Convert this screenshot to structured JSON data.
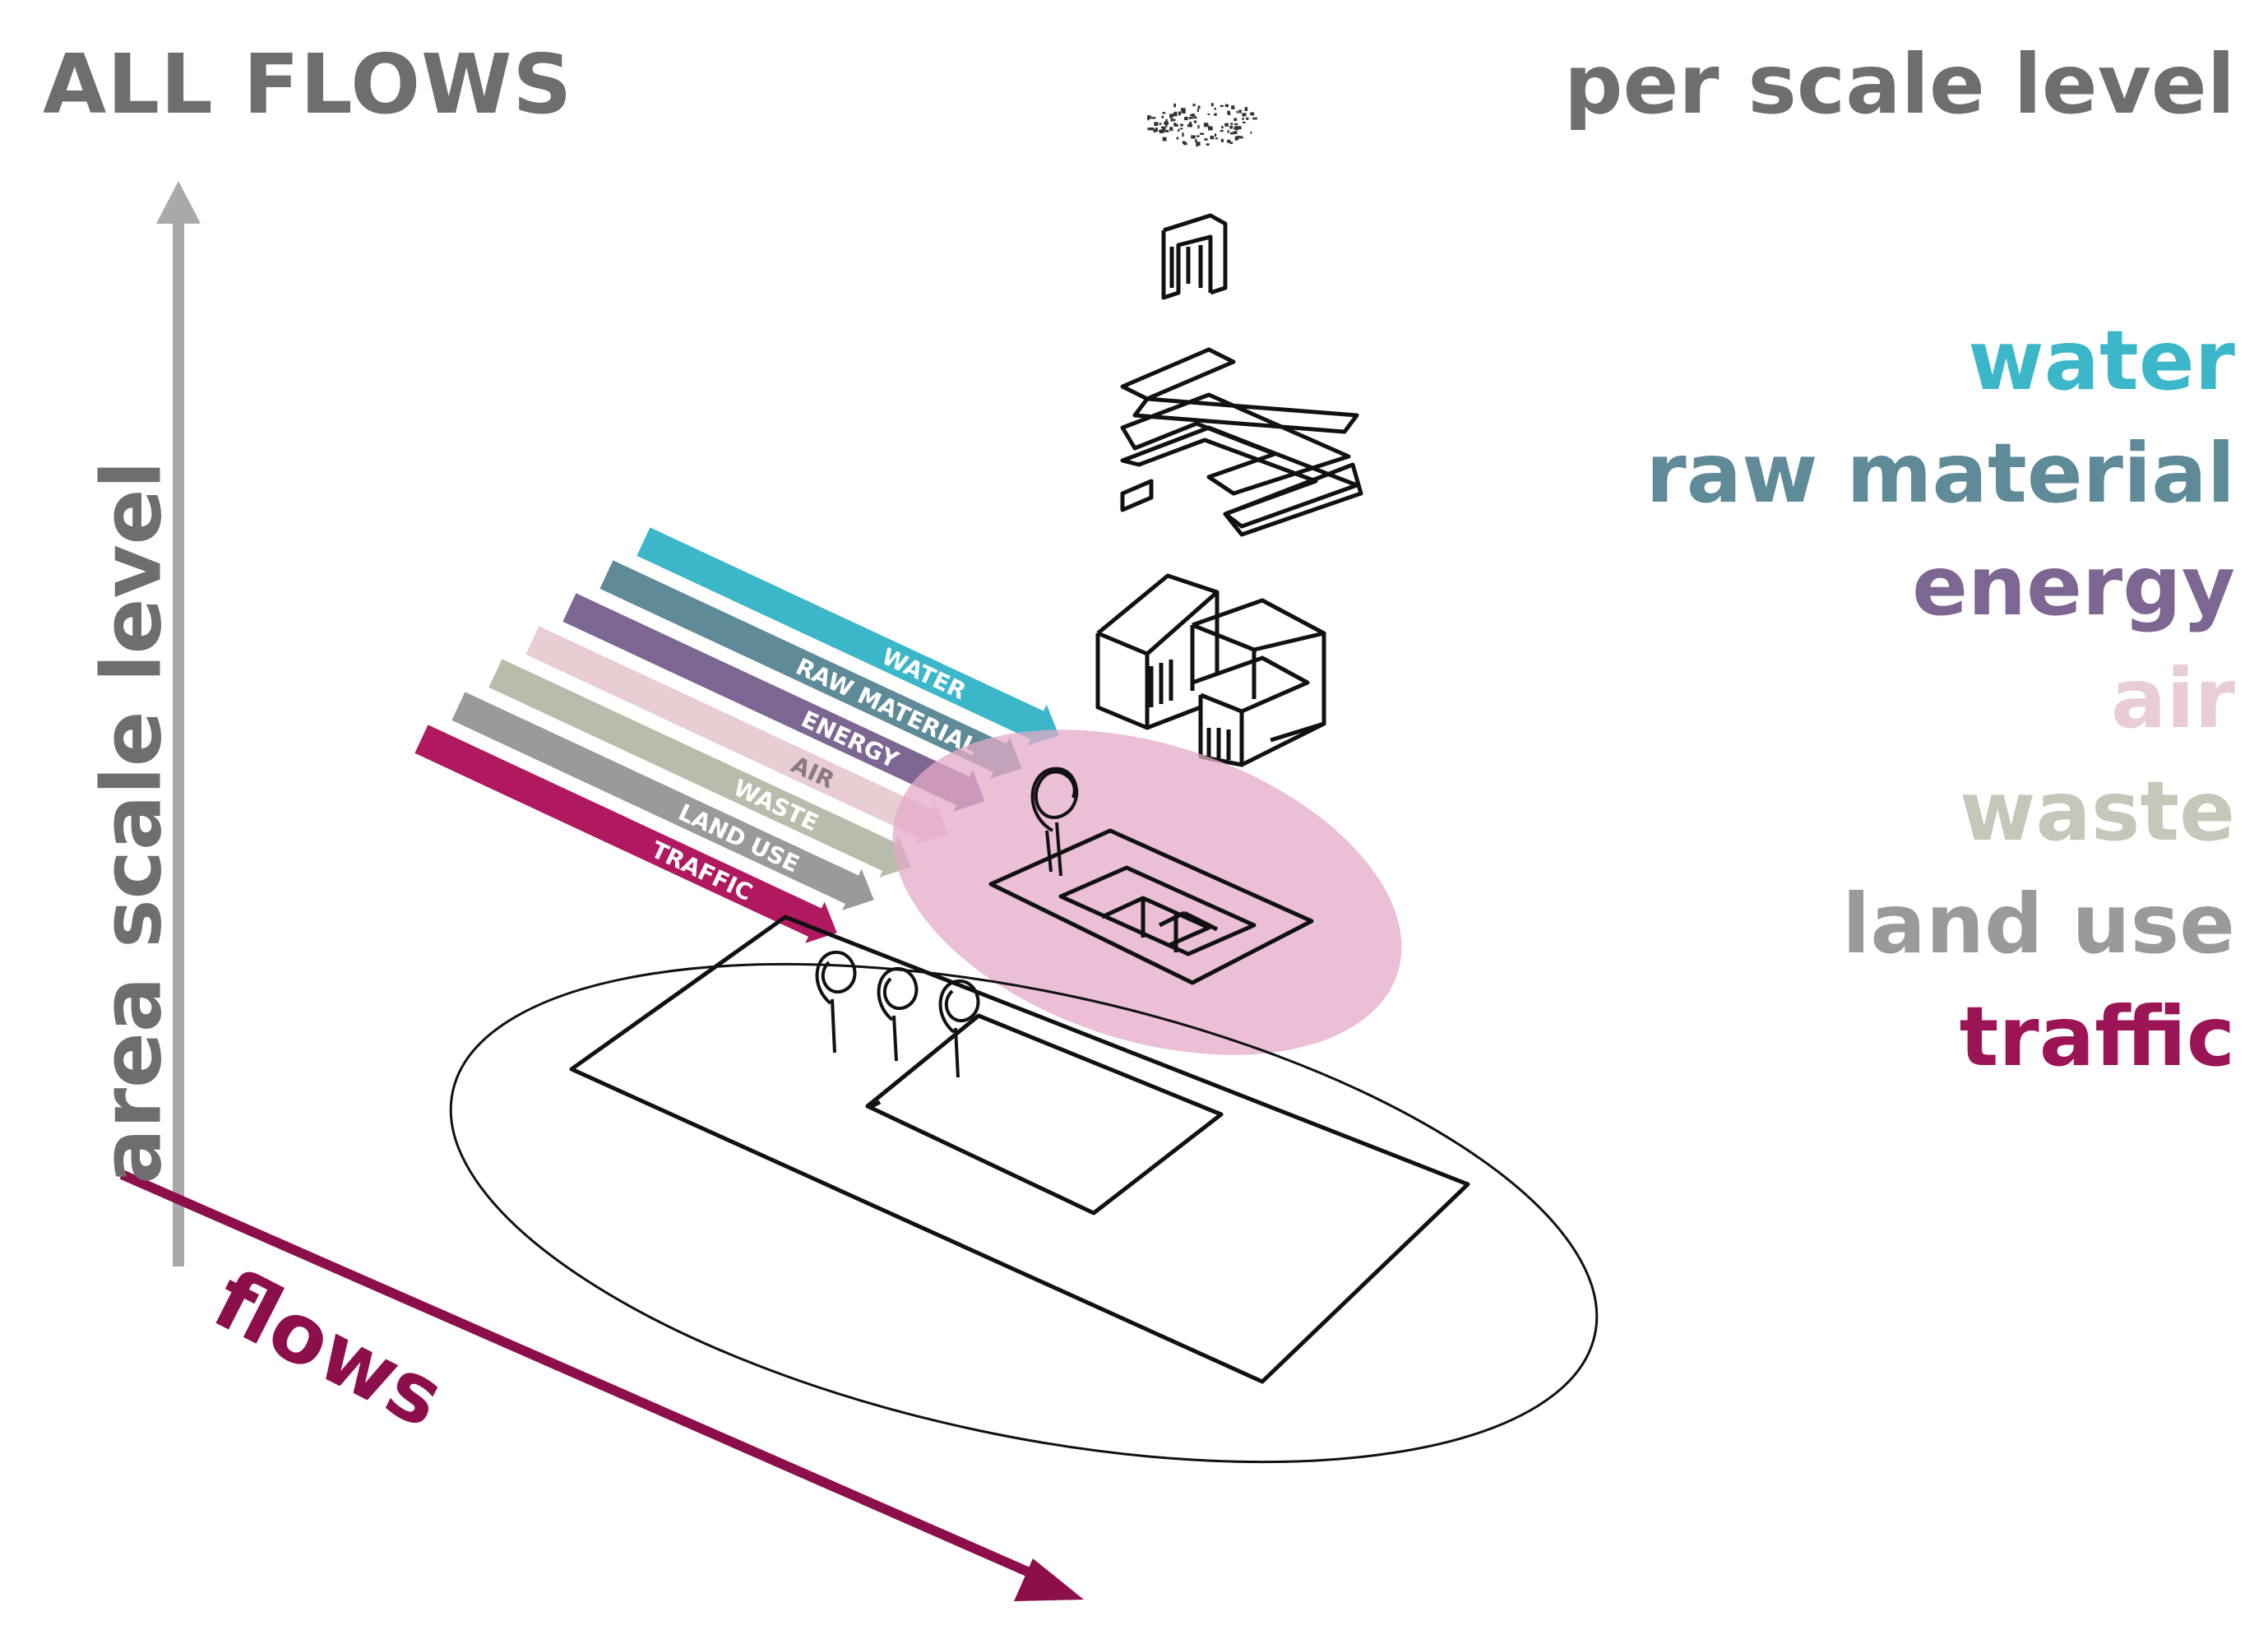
{
  "title": "ALL FLOWS",
  "subtitle": "per scale level",
  "axes": {
    "y_label": "area scale level",
    "x_label": "flows"
  },
  "legend": [
    {
      "label": "water",
      "color": "#3bb7c9"
    },
    {
      "label": "raw material",
      "color": "#5f8a98"
    },
    {
      "label": "energy",
      "color": "#7d6792"
    },
    {
      "label": "air",
      "color": "#e8cdd3"
    },
    {
      "label": "waste",
      "color": "#c4c8b8"
    },
    {
      "label": "land use",
      "color": "#9a9a9a"
    },
    {
      "label": "traffic",
      "color": "#9b1556"
    }
  ],
  "flow_arrows": [
    {
      "label": "WATER",
      "color": "#3bb7c9"
    },
    {
      "label": "RAW MATERIAL",
      "color": "#5f8a98"
    },
    {
      "label": "ENERGY",
      "color": "#7d6792"
    },
    {
      "label": "AIR",
      "color": "#e8cdd3"
    },
    {
      "label": "WASTE",
      "color": "#b8bcaa"
    },
    {
      "label": "LAND USE",
      "color": "#9a9a9a"
    },
    {
      "label": "TRAFFIC",
      "color": "#b0185f"
    }
  ],
  "highlight_color": "#e4a9c8",
  "axis_y_color": "#a9a9a9",
  "axis_x_color": "#8c0f4b"
}
